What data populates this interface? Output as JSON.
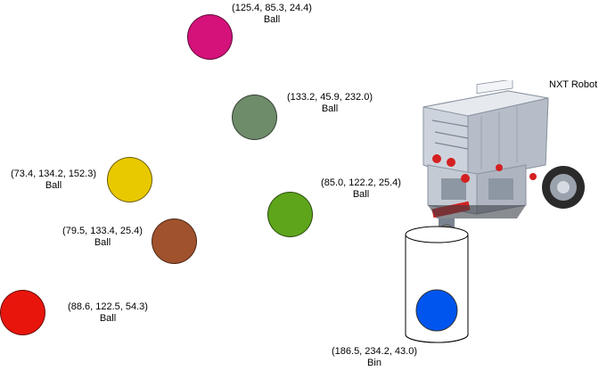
{
  "balls": [
    {
      "id": "magenta",
      "color": "#d4127a",
      "coords": "(125.4, 85.3, 24.4)",
      "name": "Ball"
    },
    {
      "id": "grey-green",
      "color": "#6e8b6a",
      "coords": "(133.2, 45.9, 232.0)",
      "name": "Ball"
    },
    {
      "id": "yellow",
      "color": "#e8c900",
      "coords": "(73.4, 134.2, 152.3)",
      "name": "Ball"
    },
    {
      "id": "green",
      "color": "#5ea51c",
      "coords": "(85.0, 122.2, 25.4)",
      "name": "Ball"
    },
    {
      "id": "brown",
      "color": "#a0522d",
      "coords": "(79.5, 133.4, 25.4)",
      "name": "Ball"
    },
    {
      "id": "red",
      "color": "#e8150d",
      "coords": "(88.6, 122.5, 54.3)",
      "name": "Ball"
    }
  ],
  "bin": {
    "coords": "(186.5, 234.2, 43.0)",
    "name": "Bin",
    "ball_color": "#0055ee"
  },
  "robot": {
    "name": "NXT Robot"
  }
}
